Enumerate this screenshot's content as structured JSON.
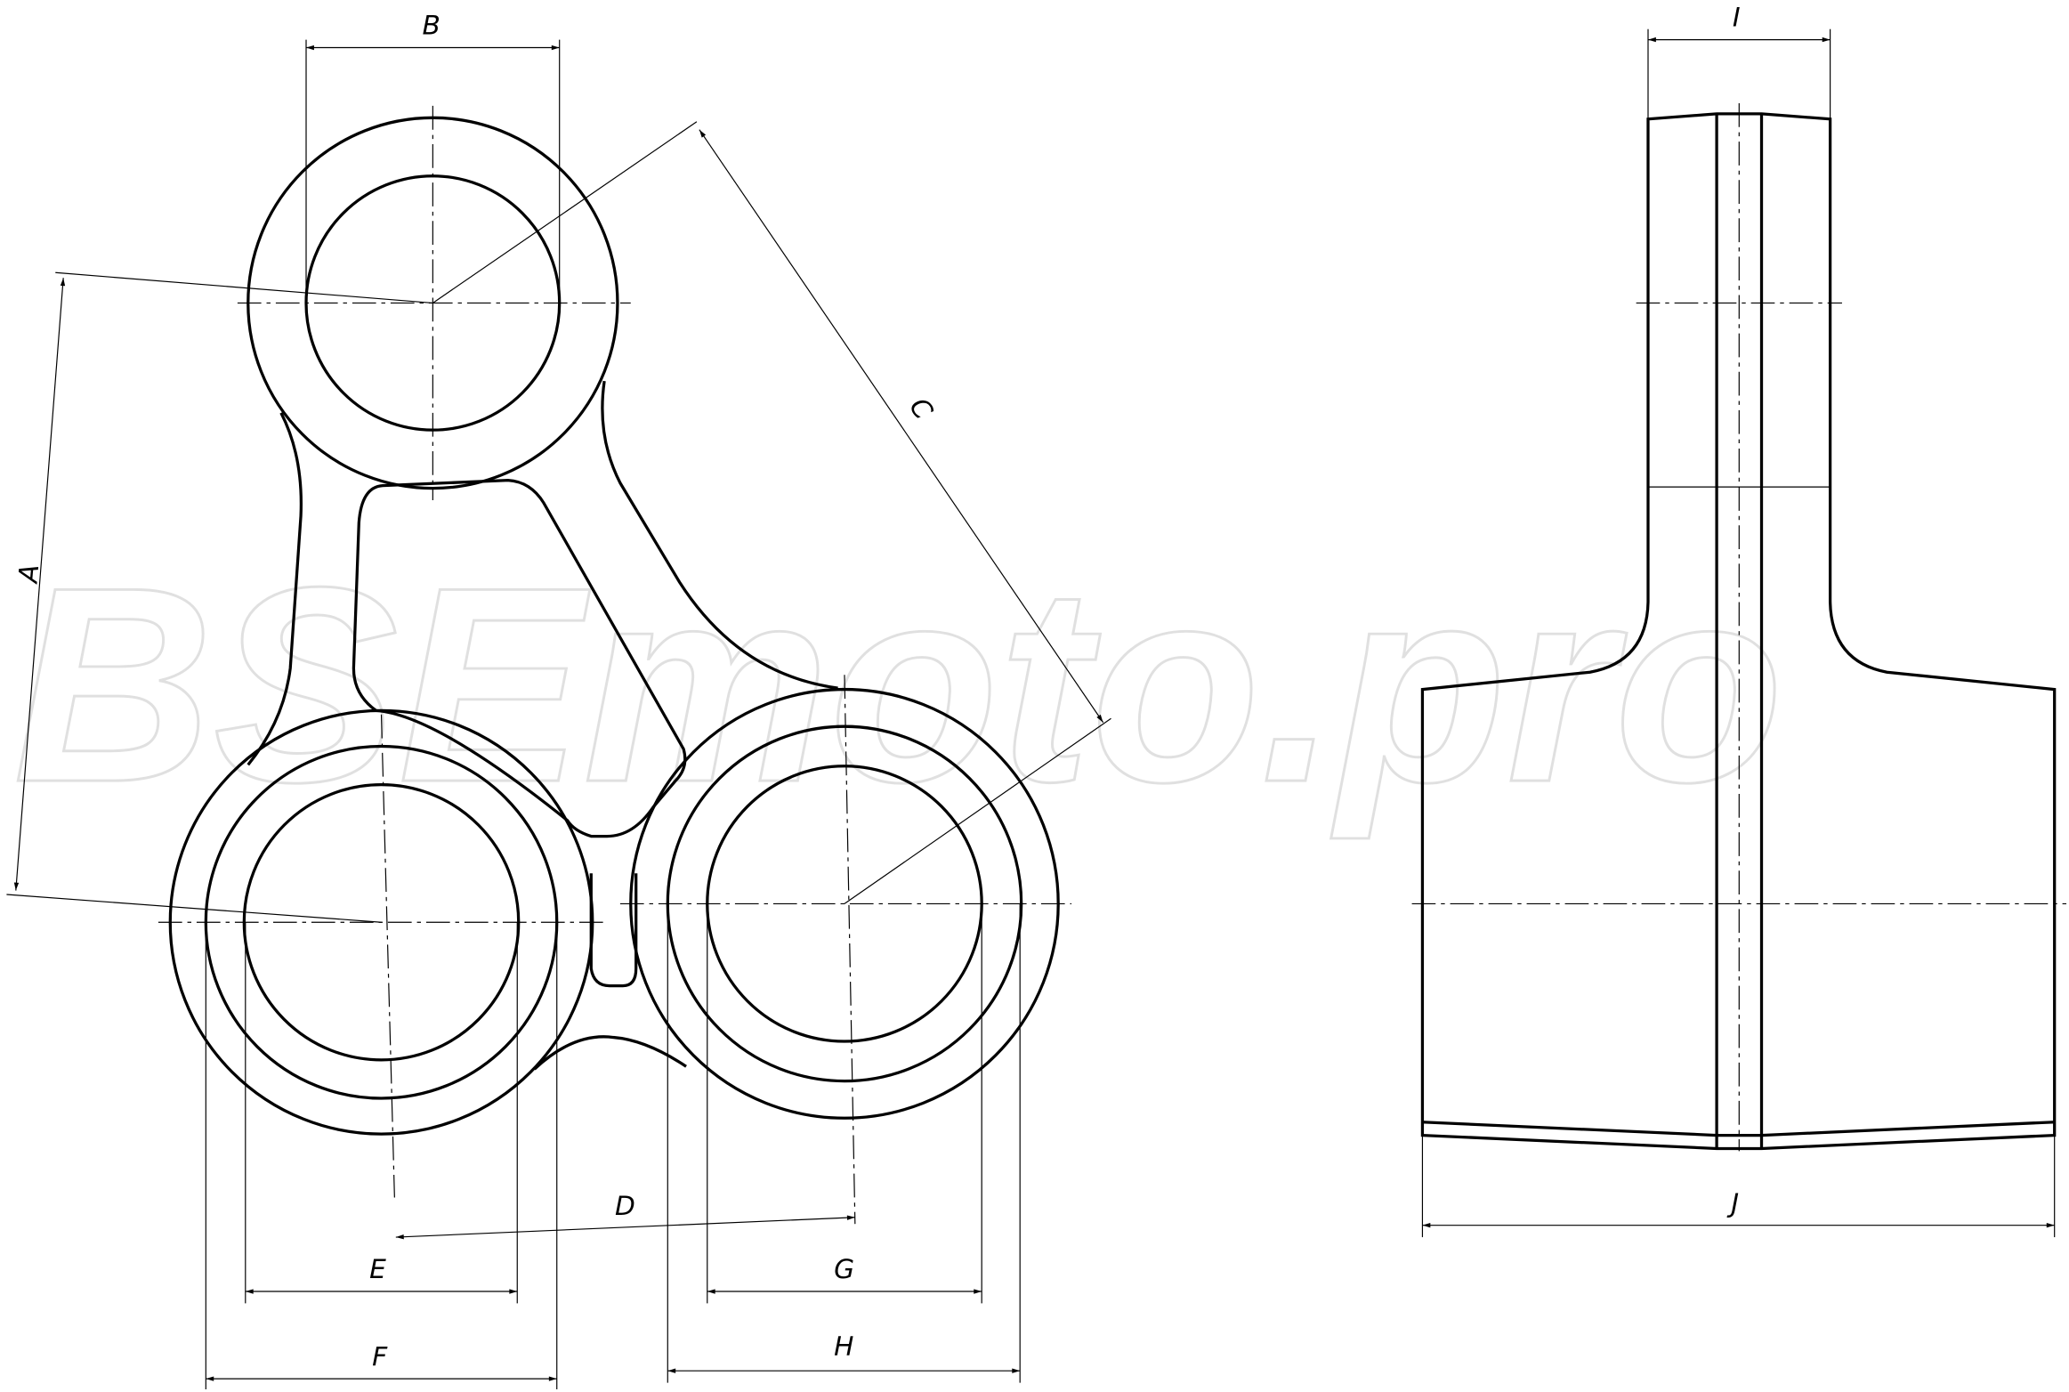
{
  "watermark": "BSEmoto.pro",
  "dimensions": {
    "A": "A",
    "B": "B",
    "C": "C",
    "D": "D",
    "E": "E",
    "F": "F",
    "G": "G",
    "H": "H",
    "I": "I",
    "J": "J"
  }
}
